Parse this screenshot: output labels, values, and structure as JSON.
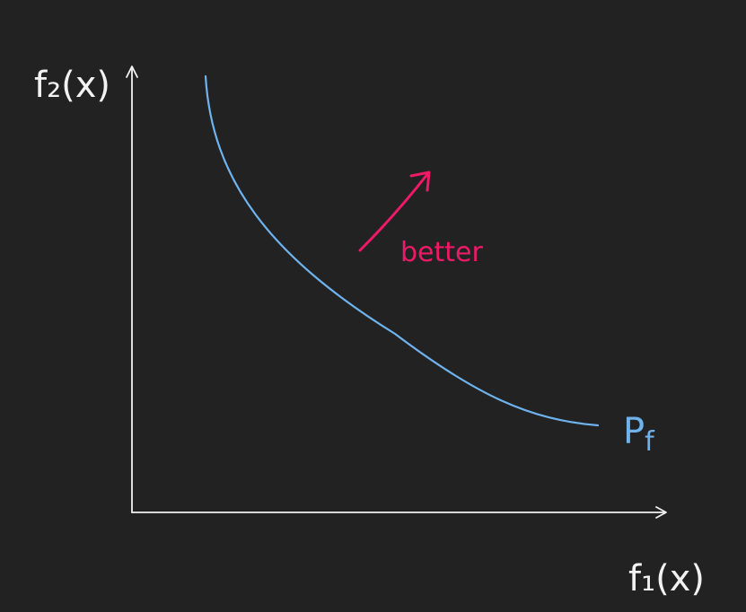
{
  "diagram": {
    "y_axis_label": "f₂(x)",
    "x_axis_label": "f₁(x)",
    "front_label": "Pf",
    "front_label_main": "P",
    "front_label_sub": "f",
    "direction_label": "better"
  },
  "colors": {
    "background": "#222222",
    "axes": "#f2f2f2",
    "front_curve": "#6fb3ee",
    "better_arrow": "#ee1a67"
  }
}
